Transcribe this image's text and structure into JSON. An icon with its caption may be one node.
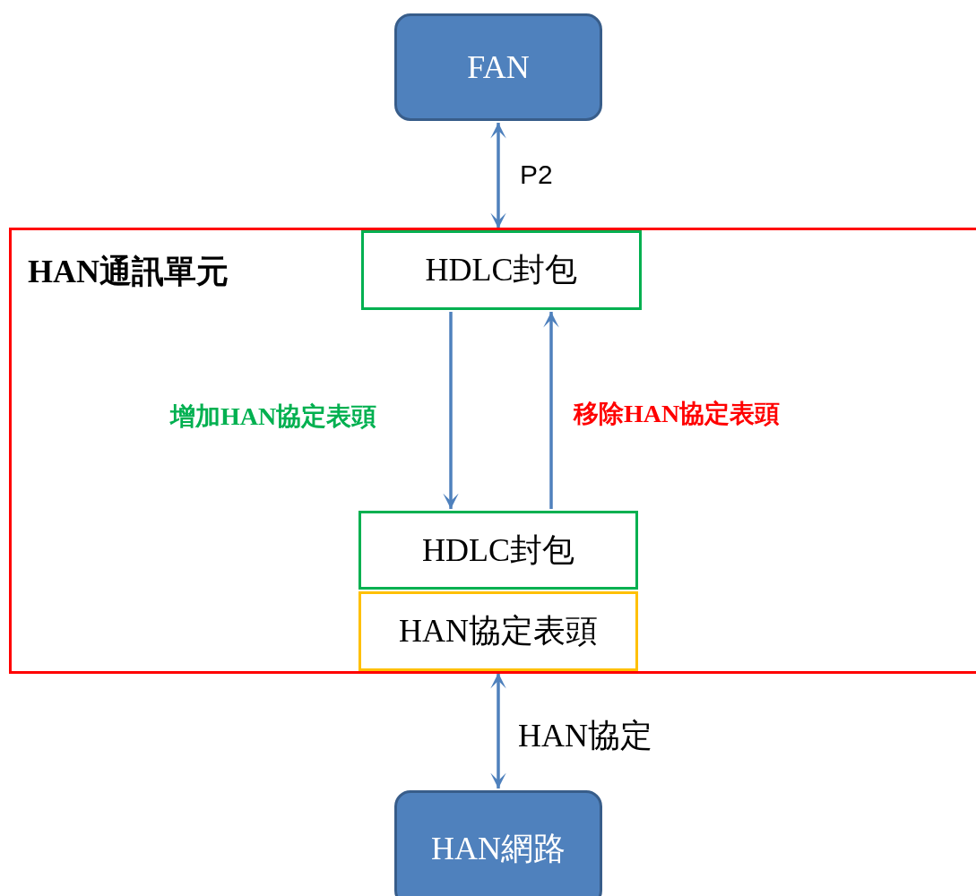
{
  "diagram": {
    "nodes": [
      {
        "text": [
          "FAN"
        ]
      },
      {
        "text": [
          "HAN通訊單元"
        ]
      },
      {
        "text": [
          "HDLC封包"
        ],
        "in": 1
      },
      {
        "text": [
          "HDLC封包"
        ],
        "in": 1
      },
      {
        "text": [
          "HAN協定表頭"
        ],
        "in": 1
      },
      {
        "text": [
          "HAN網路"
        ]
      }
    ],
    "edges": [
      {
        "from": 0,
        "to": 2,
        "arrow": "both",
        "label": "P2"
      },
      {
        "from": 2,
        "to": 3,
        "arrow": "to",
        "label": "增加HAN協定表頭"
      },
      {
        "from": 3,
        "to": 2,
        "arrow": "to",
        "label": "移除HAN協定表頭"
      },
      {
        "from": 4,
        "to": 5,
        "arrow": "both",
        "label": "HAN協定"
      }
    ]
  }
}
